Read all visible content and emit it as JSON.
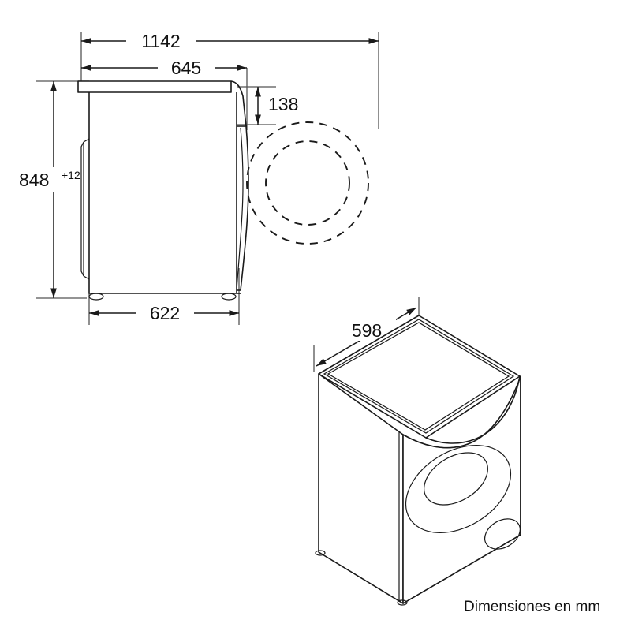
{
  "drawing": {
    "title": "Washing machine dimensional drawing",
    "units_note": "Dimensiones en mm",
    "line_color": "#1a1a1a",
    "background_color": "#ffffff"
  },
  "side_view": {
    "name": "side-elevation-with-door-swing",
    "dimensions": {
      "overall_depth_with_door_open": "1142",
      "depth_to_door_hinge": "645",
      "door_panel_height": "138",
      "body_height": "848",
      "body_height_tolerance": "+12",
      "body_depth": "622"
    }
  },
  "iso_view": {
    "name": "isometric-front-view",
    "dimensions": {
      "width": "598"
    }
  },
  "labels": {
    "d1142": "1142",
    "d645": "645",
    "d138": "138",
    "d848": "848",
    "d848_tol": "+12",
    "d622": "622",
    "d598": "598",
    "units": "Dimensiones en mm"
  }
}
